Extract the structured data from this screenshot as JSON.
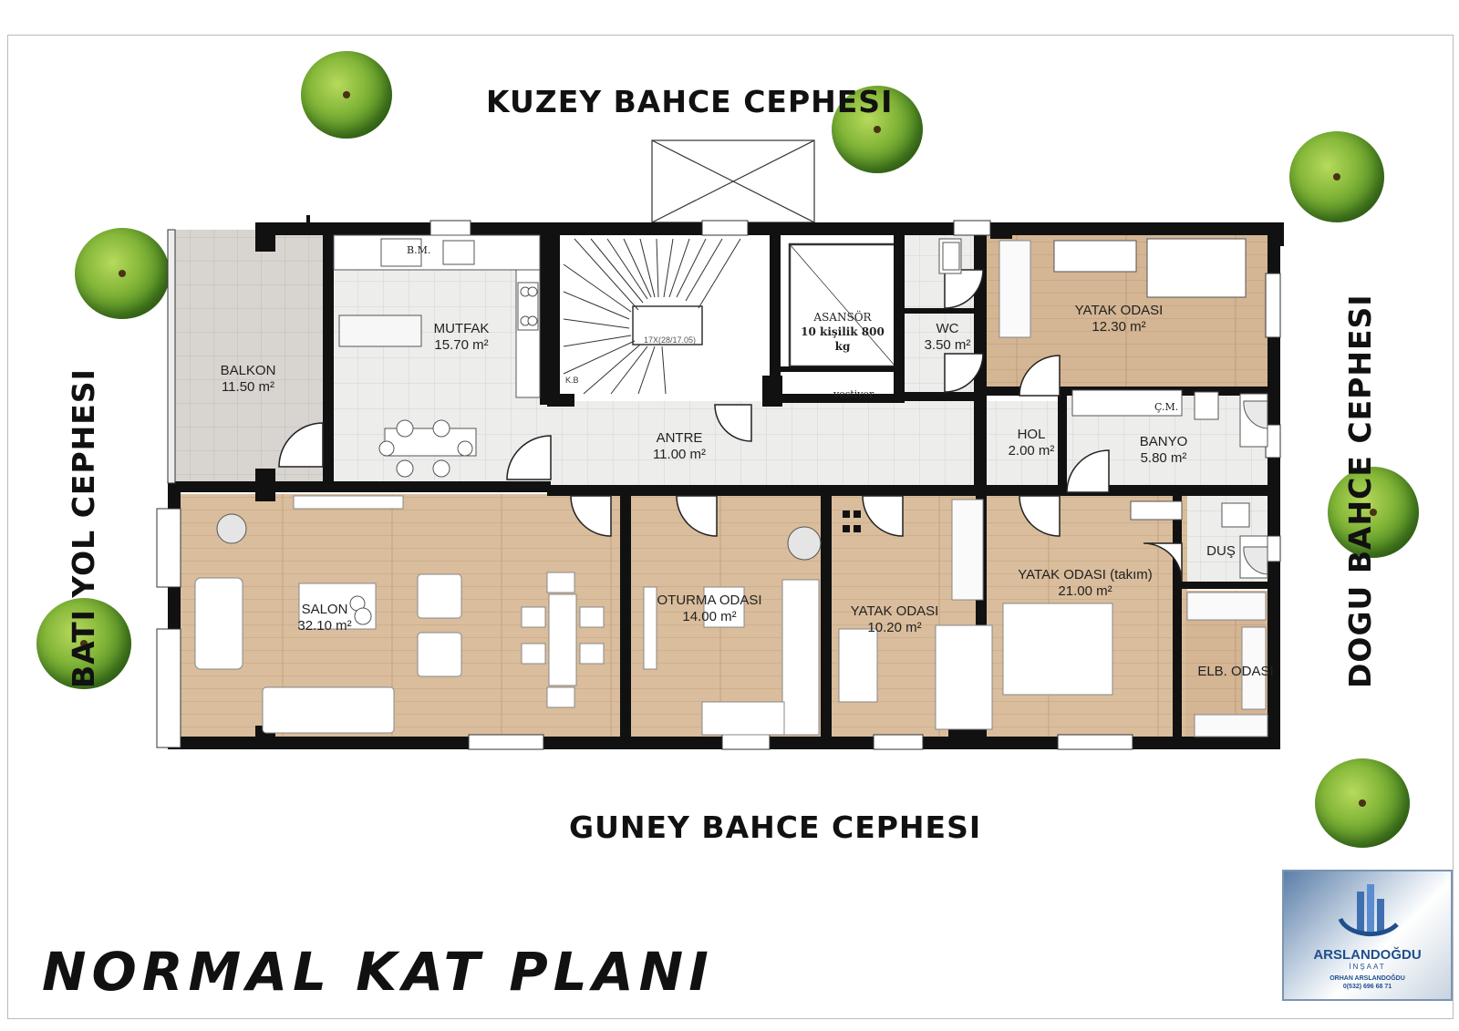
{
  "plan_title": "NORMAL KAT PLANI",
  "facades": {
    "north": "KUZEY BAHCE CEPHESI",
    "south": "GUNEY BAHCE CEPHESI",
    "west": "BATI YOL CEPHESI",
    "east": "DOGU BAHCE CEPHESI"
  },
  "rooms": {
    "balkon": {
      "name": "BALKON",
      "area": "11.50 m²"
    },
    "mutfak": {
      "name": "MUTFAK",
      "area": "15.70 m²"
    },
    "asansor": {
      "name": "ASANSÖR",
      "area": "10 kişilik 800 kg"
    },
    "wc": {
      "name": "WC",
      "area": "3.50 m²"
    },
    "yatak1": {
      "name": "YATAK ODASI",
      "area": "12.30 m²"
    },
    "antre": {
      "name": "ANTRE",
      "area": "11.00 m²"
    },
    "hol": {
      "name": "HOL",
      "area": "2.00 m²"
    },
    "banyo": {
      "name": "BANYO",
      "area": "5.80 m²"
    },
    "salon": {
      "name": "SALON",
      "area": "32.10 m²"
    },
    "oturma": {
      "name": "OTURMA ODASI",
      "area": "14.00 m²"
    },
    "yatak2": {
      "name": "YATAK ODASI",
      "area": "10.20 m²"
    },
    "yatak3": {
      "name": "YATAK ODASI (takım)",
      "area": "21.00 m²"
    },
    "dus": {
      "name": "DUŞ",
      "area": ""
    },
    "elb": {
      "name": "ELB. ODASI",
      "area": ""
    }
  },
  "fixtures": {
    "bm": "B.M.",
    "cm": "Ç.M.",
    "vestiyer": "vestiyer",
    "stairs": "17X(28/17.05)",
    "kb": "K.B"
  },
  "logo": {
    "brand": "ARSLANDOĞDU",
    "sub": "İNŞAAT",
    "owner": "ORHAN ARSLANDOĞDU",
    "phone": "0(532) 696 68 71"
  },
  "colors": {
    "wall": "#111111",
    "wood": "#d7bb9b",
    "tile": "#ececea",
    "balcony_tile": "#d9d5d0",
    "tree": "#6aa52c"
  }
}
